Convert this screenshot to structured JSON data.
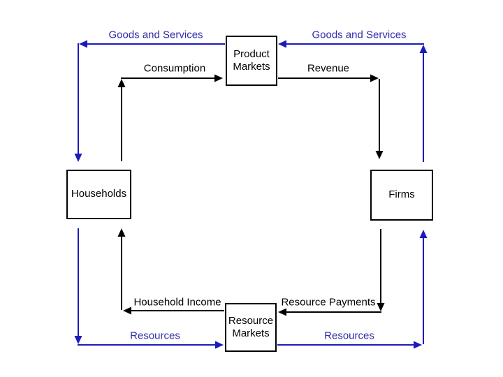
{
  "colors": {
    "background": "#ffffff",
    "box_fill": "#ffffff",
    "box_border": "#000000",
    "black_flow": "#000000",
    "blue_flow": "#1b1bbb",
    "black_label": "#000000",
    "blue_label": "#2c2cac"
  },
  "diagram": {
    "nodes": [
      {
        "id": "product-markets",
        "label": "Product Markets"
      },
      {
        "id": "households",
        "label": "Households"
      },
      {
        "id": "firms",
        "label": "Firms"
      },
      {
        "id": "resource-markets",
        "label": "Resource Markets"
      }
    ],
    "flows": [
      {
        "label": "Goods and Services",
        "from": "Product Markets",
        "to": "Households",
        "color": "blue"
      },
      {
        "label": "Goods and Services",
        "from": "Firms",
        "to": "Product Markets",
        "color": "blue"
      },
      {
        "label": "Consumption",
        "from": "Households",
        "to": "Product Markets",
        "color": "black"
      },
      {
        "label": "Revenue",
        "from": "Product Markets",
        "to": "Firms",
        "color": "black"
      },
      {
        "label": "Household Income",
        "from": "Resource Markets",
        "to": "Households",
        "color": "black"
      },
      {
        "label": "Resource Payments",
        "from": "Firms",
        "to": "Resource Markets",
        "color": "black"
      },
      {
        "label": "Resources",
        "from": "Households",
        "to": "Resource Markets",
        "color": "blue"
      },
      {
        "label": "Resources",
        "from": "Resource Markets",
        "to": "Firms",
        "color": "blue"
      }
    ]
  }
}
